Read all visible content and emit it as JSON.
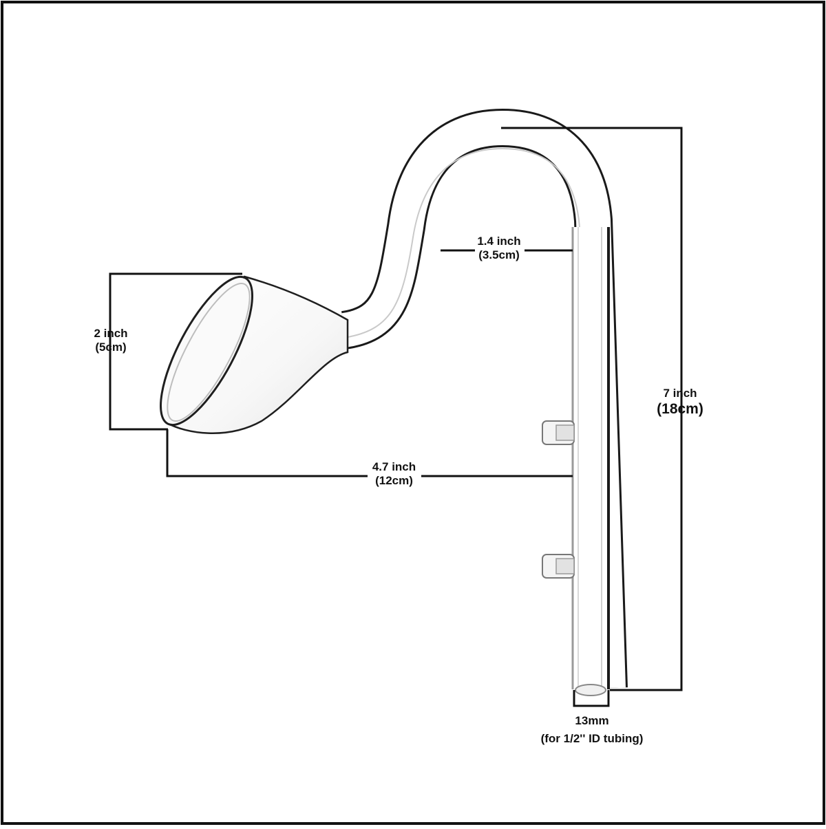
{
  "dimensions": {
    "width_gap": {
      "imperial": "1.4 inch",
      "metric": "(3.5cm)"
    },
    "mouth_height": {
      "imperial": "2 inch",
      "metric": "(5cm)"
    },
    "reach": {
      "imperial": "4.7 inch",
      "metric": "(12cm)"
    },
    "total_height": {
      "imperial": "7 inch",
      "metric": "(18cm)"
    },
    "tube_diameter": {
      "size": "13mm",
      "note": "(for 1/2'' ID tubing)"
    }
  },
  "colors": {
    "line": "#111111",
    "glass_edge": "#2a2a2a",
    "glass_fill": "#f4f4f4"
  }
}
